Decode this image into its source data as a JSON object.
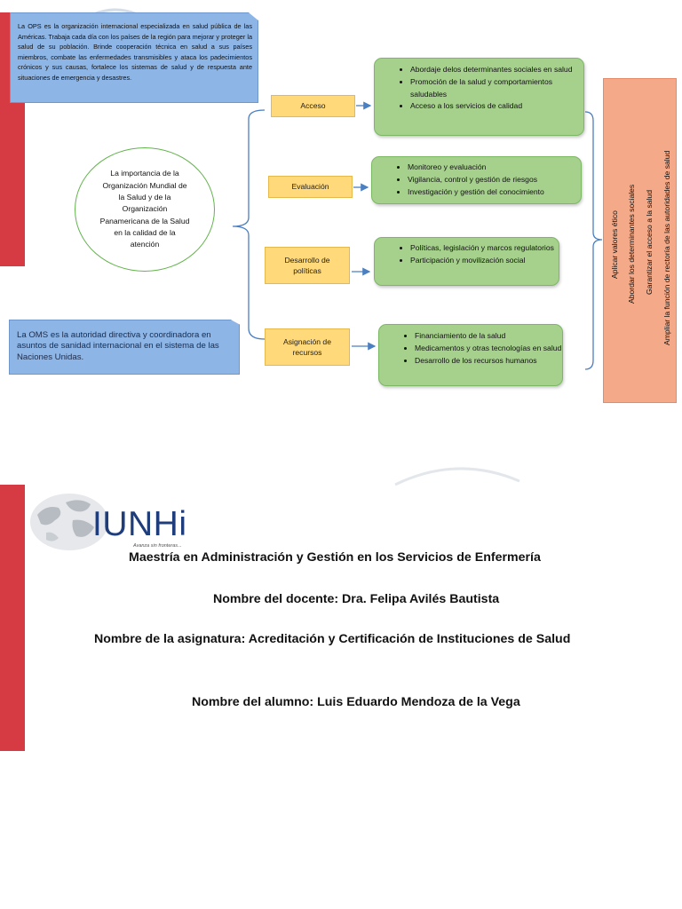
{
  "concept_map": {
    "ops_note": "La OPS es la organización internacional especializada en salud pública de las Américas.  Trabaja cada día con los países de la región para mejorar y proteger la salud de su población. Brinde cooperación técnica en salud a sus países miembros, combate las enfermedades transmisibles y ataca los padecimientos crónicos y sus causas, fortalece los sistemas de salud y de respuesta ante situaciones de emergencia y desastres.",
    "oms_note": "La OMS es la  autoridad directiva y coordinadora en asuntos de sanidad internacional en el sistema de las Naciones Unidas.",
    "central": "La importancia de la Organización Mundial de la Salud y de la Organización Panamericana de la Salud en la calidad de la atención",
    "categories": [
      {
        "label": "Acceso",
        "items": [
          "Abordaje delos determinantes sociales en salud",
          "Promoción de la salud y comportamientos saludables",
          "Acceso a los servicios de calidad"
        ]
      },
      {
        "label": "Evaluación",
        "items": [
          "Monitoreo y evaluación",
          "Vigilancia, control y gestión de riesgos",
          "Investigación y gestión del conocimiento"
        ]
      },
      {
        "label": "Desarrollo de políticas",
        "items": [
          "Políticas, legislación y marcos regulatorios",
          "Participación y movilización social"
        ]
      },
      {
        "label": "Asignación de recursos",
        "items": [
          "Financiamiento de la salud",
          "Medicamentos y otras tecnologías en salud",
          "Desarrollo de los recursos humanos"
        ]
      }
    ],
    "outcomes": [
      "Aplicar valores ético",
      "Abordar los determinantes sociales",
      "Garantizar el acceso a la salud",
      "Ampliar la función de rectoría de las autoridades de salud"
    ]
  },
  "cover": {
    "logo_text": "IUNHi",
    "logo_tagline": "Avanza sin fronteras...",
    "program": "Maestría en Administración y Gestión en los Servicios de Enfermería",
    "teacher": "Nombre del docente: Dra. Felipa Avilés Bautista",
    "subject": "Nombre de la asignatura: Acreditación y Certificación de Instituciones de Salud",
    "student": "Nombre del alumno: Luis Eduardo Mendoza de la Vega"
  },
  "colors": {
    "red_bar": "#d63a43",
    "blue_box": "#8db5e6",
    "yellow_box": "#ffd97a",
    "green_box": "#a6d18d",
    "orange_panel": "#f4aa88",
    "connector": "#4a7fc1",
    "logo": "#1f3d7a"
  },
  "icons": [
    "globe-icon"
  ]
}
